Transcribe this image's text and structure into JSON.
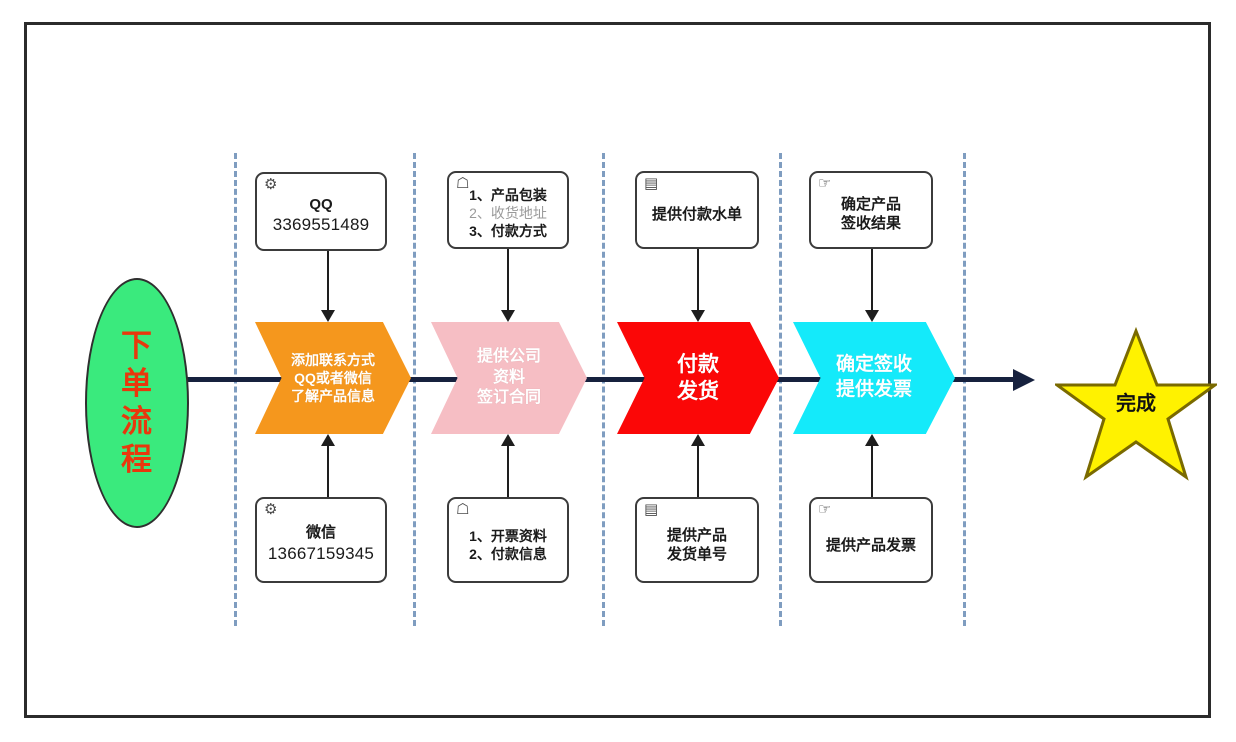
{
  "diagram": {
    "title_node": {
      "name": "start-node",
      "lines": [
        "下",
        "单",
        "流",
        "程"
      ],
      "fill": "#3AEA7D",
      "text_color": "#E8380D"
    },
    "end_node": {
      "name": "end-star",
      "label": "完成",
      "fill": "#FFF200",
      "stroke": "#7A6A00"
    },
    "stages": [
      {
        "id": "stage-1",
        "chevron": {
          "lines": [
            "添加联系方式",
            "QQ或者微信",
            "了解产品信息"
          ],
          "fill": "#F5971D",
          "text_color": "#FFFFFF",
          "font_size": 14
        },
        "top_box": {
          "icon": "gears-icon",
          "icon_glyph": "⚙",
          "lines": [
            {
              "text": "QQ",
              "style": "plain"
            },
            {
              "text": "3369551489",
              "style": "num"
            }
          ]
        },
        "bottom_box": {
          "icon": "gears-icon",
          "icon_glyph": "⚙",
          "lines": [
            {
              "text": "微信",
              "style": "plain"
            },
            {
              "text": "13667159345",
              "style": "num"
            }
          ]
        }
      },
      {
        "id": "stage-2",
        "chevron": {
          "lines": [
            "提供公司",
            "资料",
            "签订合同"
          ],
          "fill": "#F6BEC4",
          "text_color": "#FFFFFF",
          "font_size": 16
        },
        "top_box": {
          "icon": "person-icon",
          "icon_glyph": "☖",
          "lines": [
            {
              "text": "1、产品包装",
              "style": "small"
            },
            {
              "text": "2、收货地址",
              "style": "dim"
            },
            {
              "text": "3、付款方式",
              "style": "small"
            }
          ]
        },
        "bottom_box": {
          "icon": "person-icon",
          "icon_glyph": "☖",
          "lines": [
            {
              "text": "1、开票资料",
              "style": "small"
            },
            {
              "text": "2、付款信息",
              "style": "small"
            }
          ]
        }
      },
      {
        "id": "stage-3",
        "chevron": {
          "lines": [
            "付款",
            "发货"
          ],
          "fill": "#FB0707",
          "text_color": "#FFFFFF",
          "font_size": 21
        },
        "top_box": {
          "icon": "list-document-icon",
          "icon_glyph": "▤",
          "lines": [
            {
              "text": "提供付款水单",
              "style": "plain"
            }
          ]
        },
        "bottom_box": {
          "icon": "list-document-icon",
          "icon_glyph": "▤",
          "lines": [
            {
              "text": "提供产品",
              "style": "plain"
            },
            {
              "text": "发货单号",
              "style": "plain"
            }
          ]
        }
      },
      {
        "id": "stage-4",
        "chevron": {
          "lines": [
            "确定签收",
            "提供发票"
          ],
          "fill": "#14EAFA",
          "text_color": "#FFFFFF",
          "font_size": 19
        },
        "top_box": {
          "icon": "pointing-hand-icon",
          "icon_glyph": "☞",
          "lines": [
            {
              "text": "确定产品",
              "style": "plain"
            },
            {
              "text": "签收结果",
              "style": "plain"
            }
          ]
        },
        "bottom_box": {
          "icon": "pointing-hand-icon",
          "icon_glyph": "☞",
          "lines": [
            {
              "text": "提供产品发票",
              "style": "plain"
            }
          ]
        }
      }
    ],
    "separator_color": "#7F9DC0",
    "connector_color": "#16213E",
    "border_color": "#2B2B2B"
  }
}
